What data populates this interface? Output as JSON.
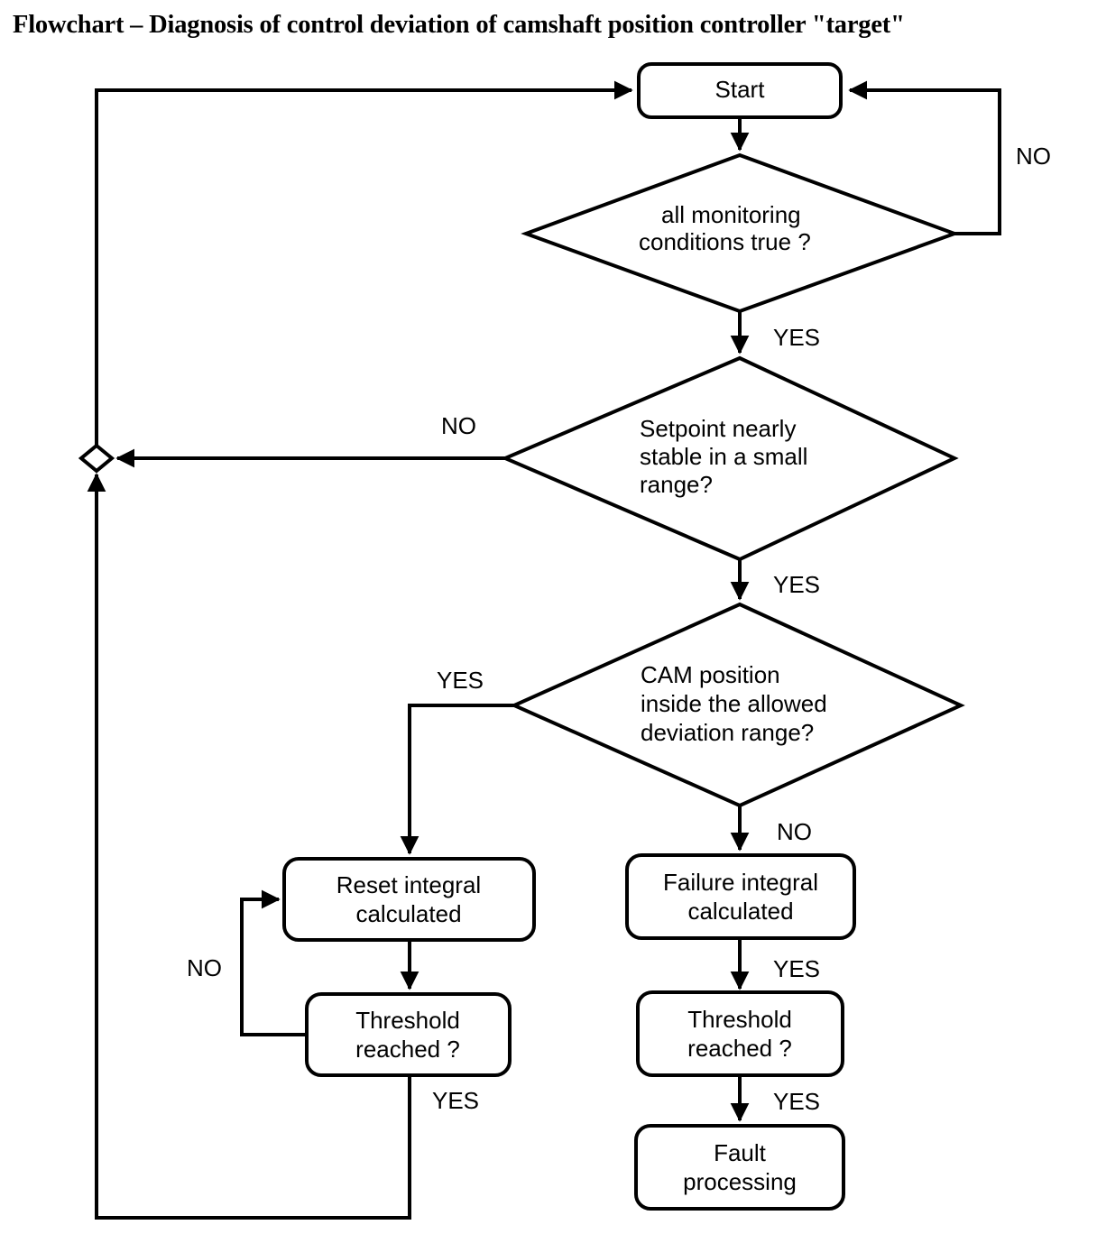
{
  "title": "Flowchart – Diagnosis of control deviation of camshaft position controller \"target\"",
  "theme": {
    "background": "#ffffff",
    "stroke": "#000000",
    "fill": "#ffffff",
    "text": "#000000"
  },
  "chart_data": {
    "type": "diagram",
    "diagram_type": "flowchart",
    "title": "Flowchart – Diagnosis of control deviation of camshaft position controller \"target\"",
    "nodes": [
      {
        "id": "start",
        "shape": "rounded-rectangle",
        "lines": [
          "Start"
        ]
      },
      {
        "id": "monitoring",
        "shape": "diamond",
        "lines": [
          "all monitoring",
          "conditions true ?"
        ]
      },
      {
        "id": "setpoint",
        "shape": "diamond",
        "lines": [
          "Setpoint nearly",
          "stable in a small",
          "range?"
        ]
      },
      {
        "id": "cam",
        "shape": "diamond",
        "lines": [
          "CAM position",
          "inside the allowed",
          "deviation range?"
        ]
      },
      {
        "id": "reset-integral",
        "shape": "rounded-rectangle",
        "lines": [
          "Reset integral",
          "calculated"
        ]
      },
      {
        "id": "threshold-left",
        "shape": "rounded-rectangle",
        "lines": [
          "Threshold",
          "reached ?"
        ]
      },
      {
        "id": "failure-integral",
        "shape": "rounded-rectangle",
        "lines": [
          "Failure integral",
          "calculated"
        ]
      },
      {
        "id": "threshold-right",
        "shape": "rounded-rectangle",
        "lines": [
          "Threshold",
          "reached ?"
        ]
      },
      {
        "id": "fault",
        "shape": "rounded-rectangle",
        "lines": [
          "Fault",
          "processing"
        ]
      },
      {
        "id": "junction",
        "shape": "small-diamond",
        "lines": []
      }
    ],
    "edges": [
      {
        "from": "start",
        "to": "monitoring",
        "label": ""
      },
      {
        "from": "monitoring",
        "to": "start",
        "label": "NO"
      },
      {
        "from": "monitoring",
        "to": "setpoint",
        "label": "YES"
      },
      {
        "from": "setpoint",
        "to": "junction",
        "label": "NO"
      },
      {
        "from": "setpoint",
        "to": "cam",
        "label": "YES"
      },
      {
        "from": "cam",
        "to": "reset-integral",
        "label": "YES"
      },
      {
        "from": "cam",
        "to": "failure-integral",
        "label": "NO"
      },
      {
        "from": "reset-integral",
        "to": "threshold-left",
        "label": ""
      },
      {
        "from": "threshold-left",
        "to": "reset-integral",
        "label": "NO"
      },
      {
        "from": "threshold-left",
        "to": "junction",
        "label": "YES"
      },
      {
        "from": "failure-integral",
        "to": "threshold-right",
        "label": "YES"
      },
      {
        "from": "threshold-right",
        "to": "fault",
        "label": "YES"
      },
      {
        "from": "junction",
        "to": "start",
        "label": ""
      }
    ]
  },
  "nodes": {
    "start": {
      "line1": "Start"
    },
    "monitoring": {
      "line1": "all monitoring",
      "line2": "conditions true ?"
    },
    "setpoint": {
      "line1": "Setpoint nearly",
      "line2": "stable in a small",
      "line3": "range?"
    },
    "cam": {
      "line1": "CAM position",
      "line2": "inside the allowed",
      "line3": "deviation range?"
    },
    "reset_integral": {
      "line1": "Reset integral",
      "line2": "calculated"
    },
    "threshold_left": {
      "line1": "Threshold",
      "line2": "reached ?"
    },
    "failure_integral": {
      "line1": "Failure integral",
      "line2": "calculated"
    },
    "threshold_right": {
      "line1": "Threshold",
      "line2": "reached ?"
    },
    "fault": {
      "line1": "Fault",
      "line2": "processing"
    }
  },
  "edge_labels": {
    "monitoring_no": "NO",
    "monitoring_yes": "YES",
    "setpoint_no": "NO",
    "setpoint_yes": "YES",
    "cam_yes": "YES",
    "cam_no": "NO",
    "threshold_left_no": "NO",
    "threshold_left_yes": "YES",
    "failure_yes": "YES",
    "threshold_right_yes": "YES"
  }
}
